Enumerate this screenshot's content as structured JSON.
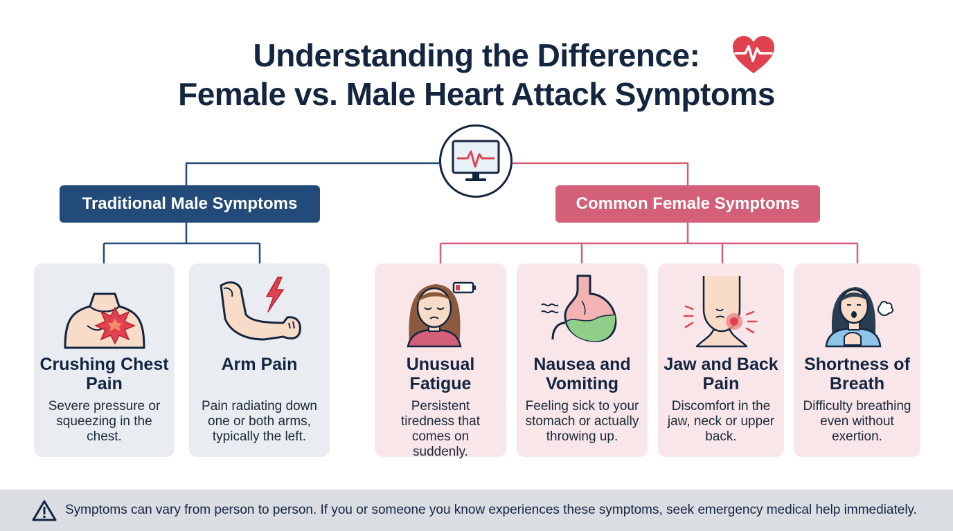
{
  "title": {
    "line1": "Understanding the Difference:",
    "line2": "Female vs. Male Heart Attack Symptoms"
  },
  "groups": {
    "male": {
      "label": "Traditional Male Symptoms",
      "color": "#234b7a",
      "cards": [
        {
          "title": "Crushing Chest Pain",
          "desc": "Severe pressure or squeezing in the chest.",
          "icon": "chest-pain-icon"
        },
        {
          "title": "Arm Pain",
          "desc": "Pain radiating down one or both arms, typically the left.",
          "icon": "arm-pain-icon"
        }
      ]
    },
    "female": {
      "label": "Common Female Symptoms",
      "color": "#d35f79",
      "cards": [
        {
          "title": "Unusual Fatigue",
          "desc": "Persistent tiredness that comes on suddenly.",
          "icon": "fatigue-icon"
        },
        {
          "title": "Nausea and Vomiting",
          "desc": "Feeling sick to your stomach or actually throwing up.",
          "icon": "stomach-icon"
        },
        {
          "title": "Jaw and Back Pain",
          "desc": "Discomfort in the jaw, neck or upper back.",
          "icon": "jaw-pain-icon"
        },
        {
          "title": "Shortness of Breath",
          "desc": "Difficulty breathing even without exertion.",
          "icon": "breath-icon"
        }
      ]
    }
  },
  "footer": {
    "text": "Symptoms can vary from person to person. If you or someone you know experiences these symptoms, seek emergency medical help immediately.",
    "icon": "warning-icon"
  }
}
